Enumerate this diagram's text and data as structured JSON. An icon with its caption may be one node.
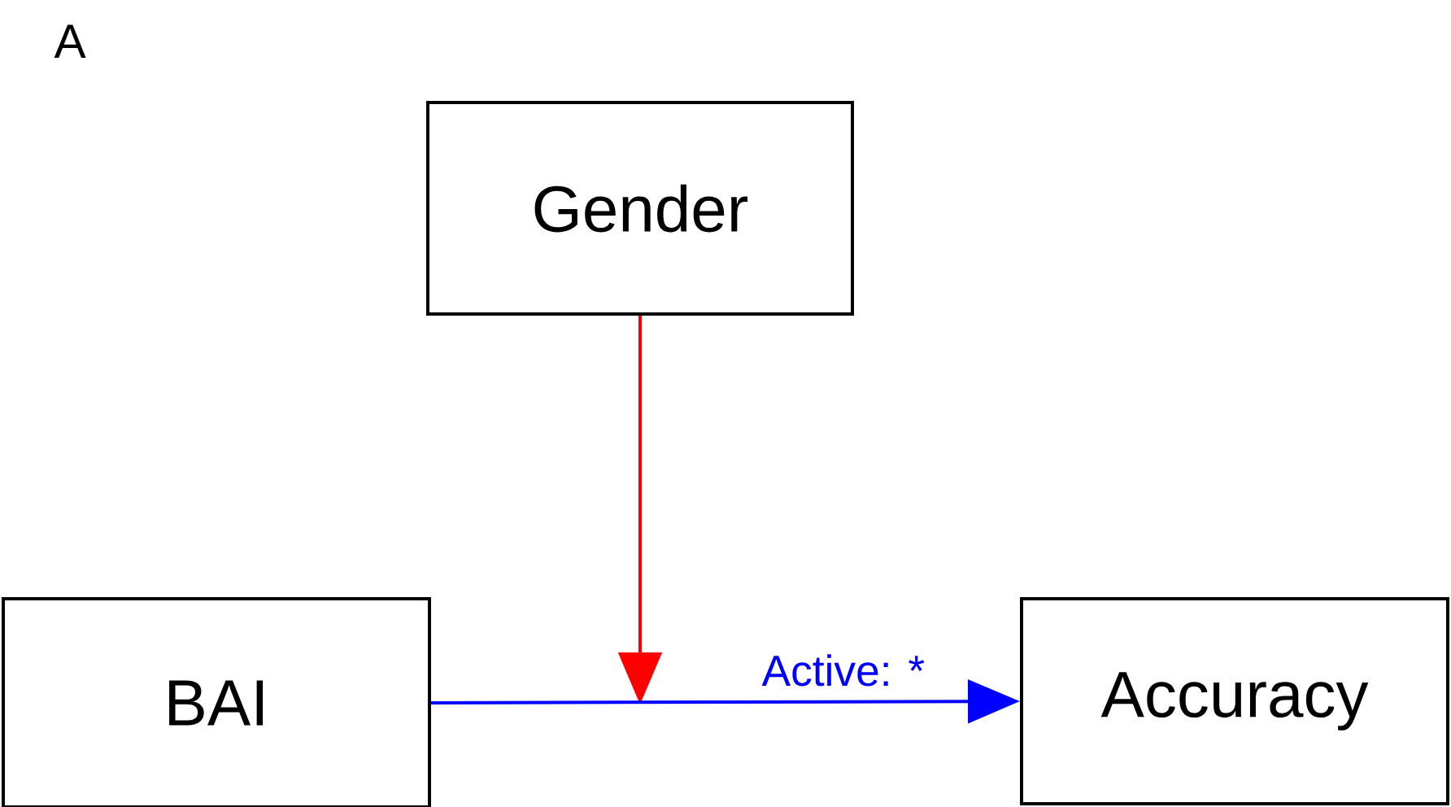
{
  "diagram": {
    "nodes": [
      {
        "text": [
          "Gender"
        ]
      },
      {
        "text": [
          "BAI"
        ]
      },
      {
        "text": [
          "Accuracy"
        ]
      }
    ],
    "edges": [
      {
        "from": 0,
        "to": null,
        "arrow": "to",
        "color": "#ff0000"
      },
      {
        "from": 1,
        "to": 2,
        "arrow": "to",
        "label": "Active:  *",
        "color": "#0000ff"
      }
    ],
    "labels": [
      "A"
    ]
  }
}
